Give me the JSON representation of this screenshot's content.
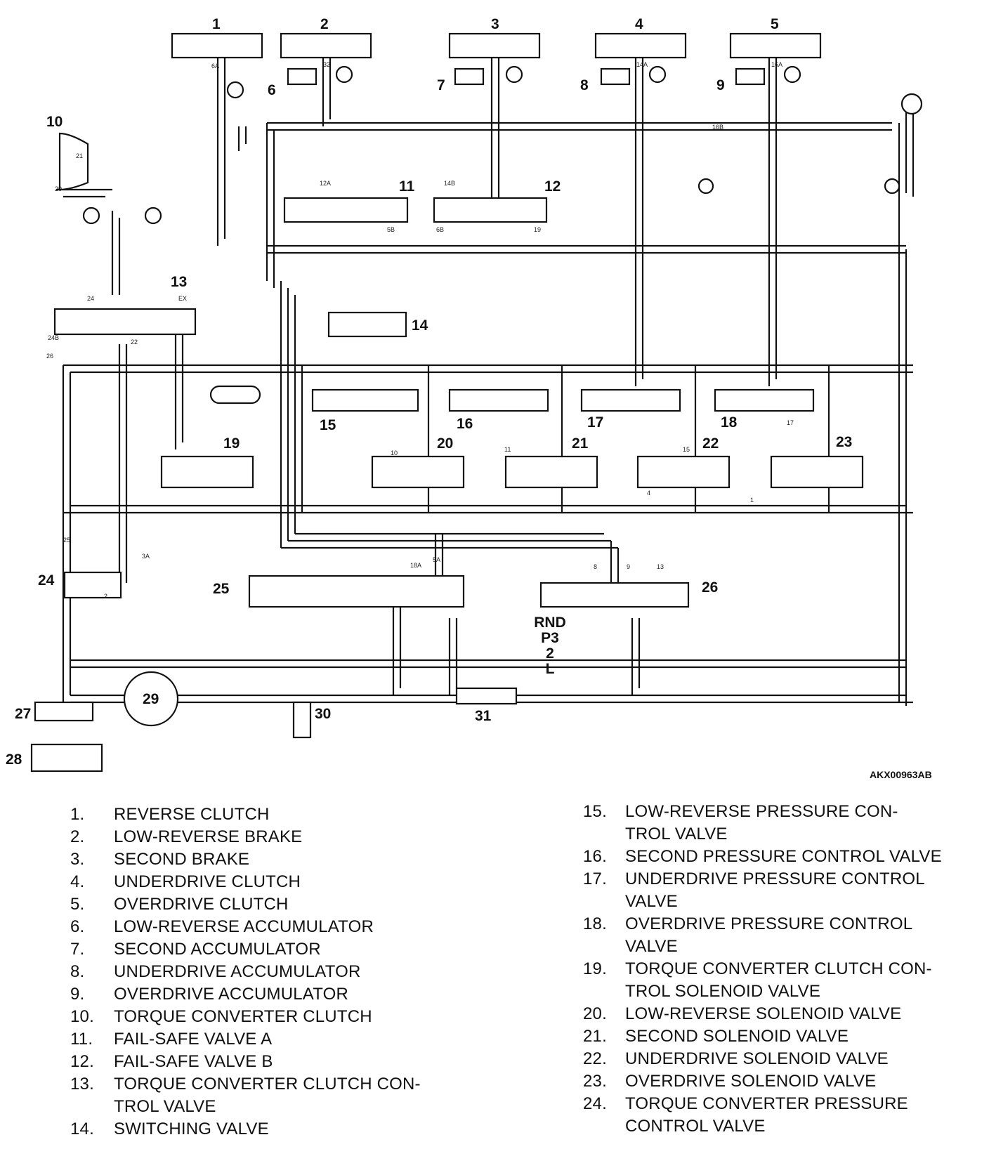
{
  "figure_code": "AKX00963AB",
  "selector_positions": [
    "RND",
    "P3",
    "2",
    "L"
  ],
  "callouts": [
    "1",
    "2",
    "3",
    "4",
    "5",
    "6",
    "7",
    "8",
    "9",
    "10",
    "11",
    "12",
    "13",
    "14",
    "15",
    "16",
    "17",
    "18",
    "19",
    "20",
    "21",
    "22",
    "23",
    "24",
    "25",
    "26",
    "27",
    "28",
    "29",
    "30",
    "31"
  ],
  "port_labels": [
    "6A",
    "32",
    "14A",
    "16A",
    "16B",
    "21",
    "20",
    "24",
    "22",
    "24B",
    "5A",
    "3A",
    "18A",
    "25",
    "EX",
    "12A",
    "6B",
    "5B",
    "14B",
    "19",
    "26",
    "2",
    "1",
    "4",
    "15",
    "13",
    "10",
    "11",
    "17",
    "8",
    "9"
  ],
  "legend_left": [
    {
      "num": "1.",
      "text": "REVERSE CLUTCH"
    },
    {
      "num": "2.",
      "text": "LOW-REVERSE BRAKE"
    },
    {
      "num": "3.",
      "text": "SECOND BRAKE"
    },
    {
      "num": "4.",
      "text": "UNDERDRIVE CLUTCH"
    },
    {
      "num": "5.",
      "text": "OVERDRIVE CLUTCH"
    },
    {
      "num": "6.",
      "text": "LOW-REVERSE ACCUMULATOR"
    },
    {
      "num": "7.",
      "text": "SECOND ACCUMULATOR"
    },
    {
      "num": "8.",
      "text": "UNDERDRIVE ACCUMULATOR"
    },
    {
      "num": "9.",
      "text": "OVERDRIVE ACCUMULATOR"
    },
    {
      "num": "10.",
      "text": "TORQUE CONVERTER CLUTCH"
    },
    {
      "num": "11.",
      "text": "FAIL-SAFE VALVE A"
    },
    {
      "num": "12.",
      "text": "FAIL-SAFE VALVE B"
    },
    {
      "num": "13.",
      "text": "TORQUE CONVERTER CLUTCH CON-\nTROL VALVE"
    },
    {
      "num": "14.",
      "text": "SWITCHING VALVE"
    }
  ],
  "legend_right": [
    {
      "num": "15.",
      "text": "LOW-REVERSE PRESSURE CON-\nTROL VALVE"
    },
    {
      "num": "16.",
      "text": "SECOND PRESSURE CONTROL VALVE"
    },
    {
      "num": "17.",
      "text": "UNDERDRIVE PRESSURE CONTROL\nVALVE"
    },
    {
      "num": "18.",
      "text": "OVERDRIVE PRESSURE CONTROL\nVALVE"
    },
    {
      "num": "19.",
      "text": "TORQUE CONVERTER CLUTCH CON-\nTROL SOLENOID VALVE"
    },
    {
      "num": "20.",
      "text": "LOW-REVERSE SOLENOID VALVE"
    },
    {
      "num": "21.",
      "text": "SECOND SOLENOID VALVE"
    },
    {
      "num": "22.",
      "text": "UNDERDRIVE SOLENOID VALVE"
    },
    {
      "num": "23.",
      "text": "OVERDRIVE SOLENOID VALVE"
    },
    {
      "num": "24.",
      "text": "TORQUE CONVERTER PRESSURE\nCONTROL VALVE"
    }
  ]
}
